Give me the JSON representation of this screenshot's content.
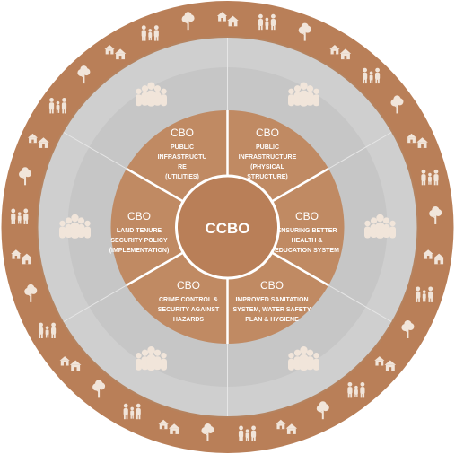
{
  "center": {
    "label": "CCBO"
  },
  "segments": [
    {
      "title": "CBO",
      "lines": [
        "PUBLIC",
        "INFRASTRUCTU",
        "RE",
        "(UTILITIES)"
      ]
    },
    {
      "title": "CBO",
      "lines": [
        "PUBLIC",
        "INFRASTRUCTURE",
        "(PHYSICAL",
        "STRUCTURE)"
      ]
    },
    {
      "title": "CBO",
      "lines": [
        "ENSURING BETTER",
        "HEALTH &",
        "EDUCATION SYSTEM"
      ]
    },
    {
      "title": "CBO",
      "lines": [
        "IMPROVED SANITATION",
        "SYSTEM, WATER SAFETY",
        "PLAN & HYGIENE"
      ]
    },
    {
      "title": "CBO",
      "lines": [
        "CRIME CONTROL &",
        "SECURITY AGAINST",
        "HAZARDS"
      ]
    },
    {
      "title": "CBO",
      "lines": [
        "LAND TENURE",
        "SECURITY POLICY",
        "(IMPLEMENTATION)"
      ]
    }
  ],
  "colors": {
    "outer_ring": "#b97f58",
    "middle_ring": "#cfcfcf",
    "inner_disk": "#c08a63",
    "core": "#b97f58",
    "icon_light": "#f1e5da",
    "divider": "#ffffff"
  },
  "icons": {
    "middle_ring": "people-group-icon",
    "outer_ring": [
      "houses-icon",
      "family-icon",
      "tree-icon"
    ]
  }
}
